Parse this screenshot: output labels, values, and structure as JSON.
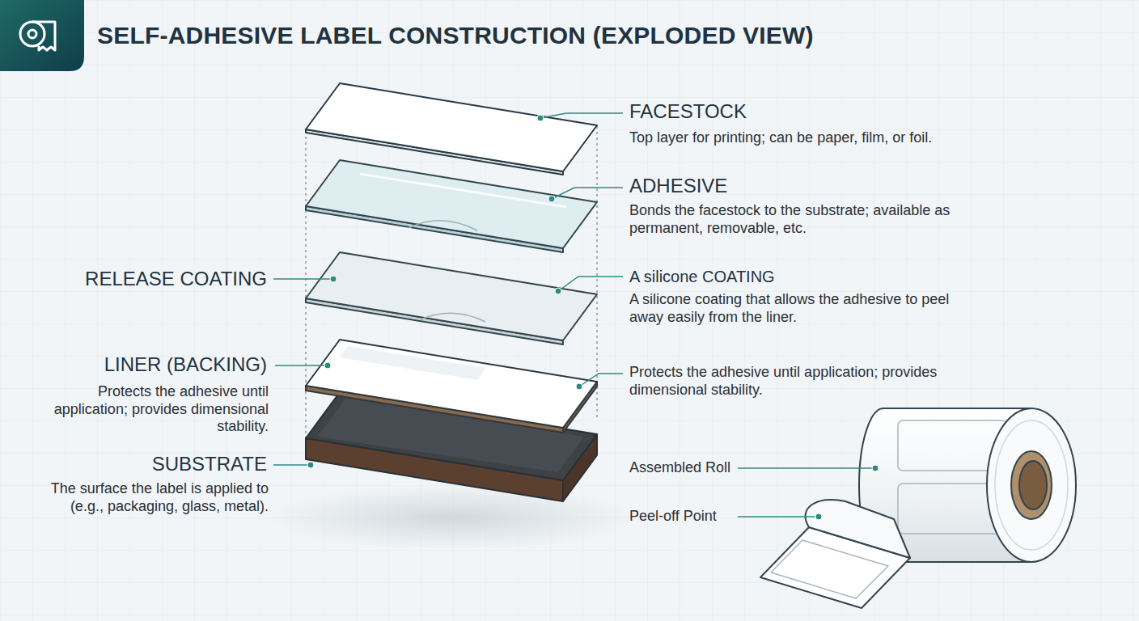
{
  "diagram": {
    "title": "SELF-ADHESIVE LABEL CONSTRUCTION (EXPLODED VIEW)",
    "labels": [
      "FACESTOCK",
      "Top layer for printing; can be paper, film, or foil.",
      "ADHESIVE",
      "Bonds the facestock to the substrate; available as permanent, removable, etc.",
      "RELEASE COATING",
      "A silicone COATING",
      "A silicone coating that allows the adhesive to peel away easily from the liner.",
      "LINER (BACKING)",
      "Protects the adhesive until application; provides dimensional stability.",
      "Protects the adhesive until application; provides dimensional stability.",
      "SUBSTRATE",
      "The surface the label is applied to (e.g., packaging, glass, metal).",
      "Assembled Roll",
      "Peel-off Point"
    ]
  }
}
